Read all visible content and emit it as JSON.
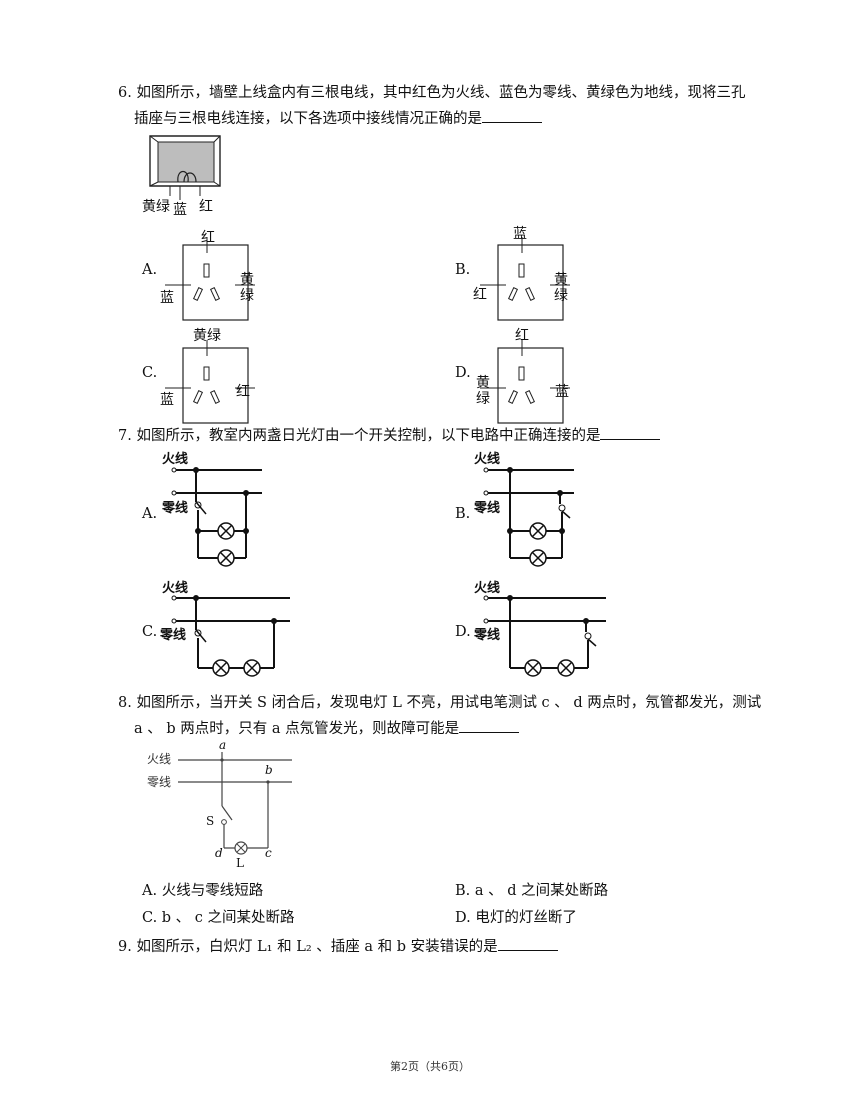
{
  "q6": {
    "line1": "6. 如图所示，墙壁上线盒内有三根电线，其中红色为火线、蓝色为零线、黄绿色为地线，现将三孔",
    "line2": "插座与三根电线连接，以下各选项中接线情况正确的是",
    "box_labels": {
      "yg": "黄绿",
      "blue": "蓝",
      "red": "红"
    },
    "options": {
      "A": {
        "label": "A.",
        "top": "红",
        "left": "蓝",
        "right": "黄绿"
      },
      "B": {
        "label": "B.",
        "top": "蓝",
        "left": "红",
        "right": "黄绿"
      },
      "C": {
        "label": "C.",
        "top": "黄绿",
        "left": "蓝",
        "right": "红"
      },
      "D": {
        "label": "D.",
        "top": "红",
        "left": "黄绿",
        "right": "蓝"
      }
    }
  },
  "q7": {
    "text": "7. 如图所示，教室内两盏日光灯由一个开关控制，以下电路中正确连接的是",
    "live": "火线",
    "neutral": "零线",
    "options": {
      "A": "A.",
      "B": "B.",
      "C": "C.",
      "D": "D."
    }
  },
  "q8": {
    "line1": "8. 如图所示，当开关 S 闭合后，发现电灯 L 不亮，用试电笔测试 c 、 d 两点时，氖管都发光，测试",
    "line2": "a 、 b 两点时，只有 a 点氖管发光，则故障可能是",
    "fig": {
      "live": "火线",
      "neutral": "零线",
      "a": "a",
      "b": "b",
      "s": "S",
      "d": "d",
      "c": "c",
      "l": "L"
    },
    "choices": {
      "A": "A. 火线与零线短路",
      "B": "B. a 、 d 之间某处断路",
      "C": "C. b 、 c 之间某处断路",
      "D": "D. 电灯的灯丝断了"
    }
  },
  "q9": {
    "text": "9. 如图所示，白炽灯 L₁ 和 L₂ 、插座 a 和 b 安装错误的是"
  },
  "footer": "第2页（共6页）"
}
